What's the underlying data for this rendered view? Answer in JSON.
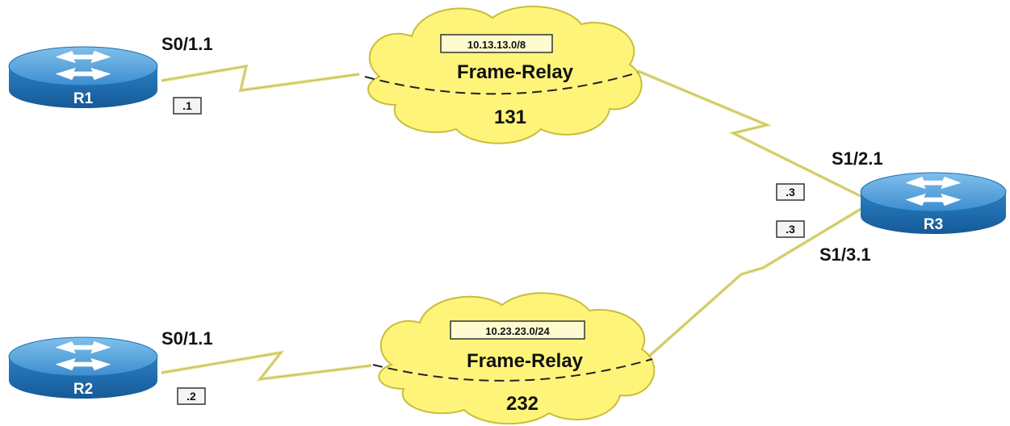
{
  "diagram": {
    "routers": {
      "r1": {
        "name": "R1"
      },
      "r2": {
        "name": "R2"
      },
      "r3": {
        "name": "R3"
      }
    },
    "clouds": {
      "top": {
        "network": "10.13.13.0/8",
        "type": "Frame-Relay",
        "dlci": "131"
      },
      "bottom": {
        "network": "10.23.23.0/24",
        "type": "Frame-Relay",
        "dlci": "232"
      }
    },
    "interfaces": {
      "r1": "S0/1.1",
      "r2": "S0/1.1",
      "r3_top": "S1/2.1",
      "r3_bottom": "S1/3.1"
    },
    "host_ids": {
      "r1": ".1",
      "r2": ".2",
      "r3_top": ".3",
      "r3_bottom": ".3"
    },
    "colors": {
      "router_blue": "#1b6fb4",
      "cloud_fill": "#fff47a",
      "link": "#e6e08a"
    }
  }
}
